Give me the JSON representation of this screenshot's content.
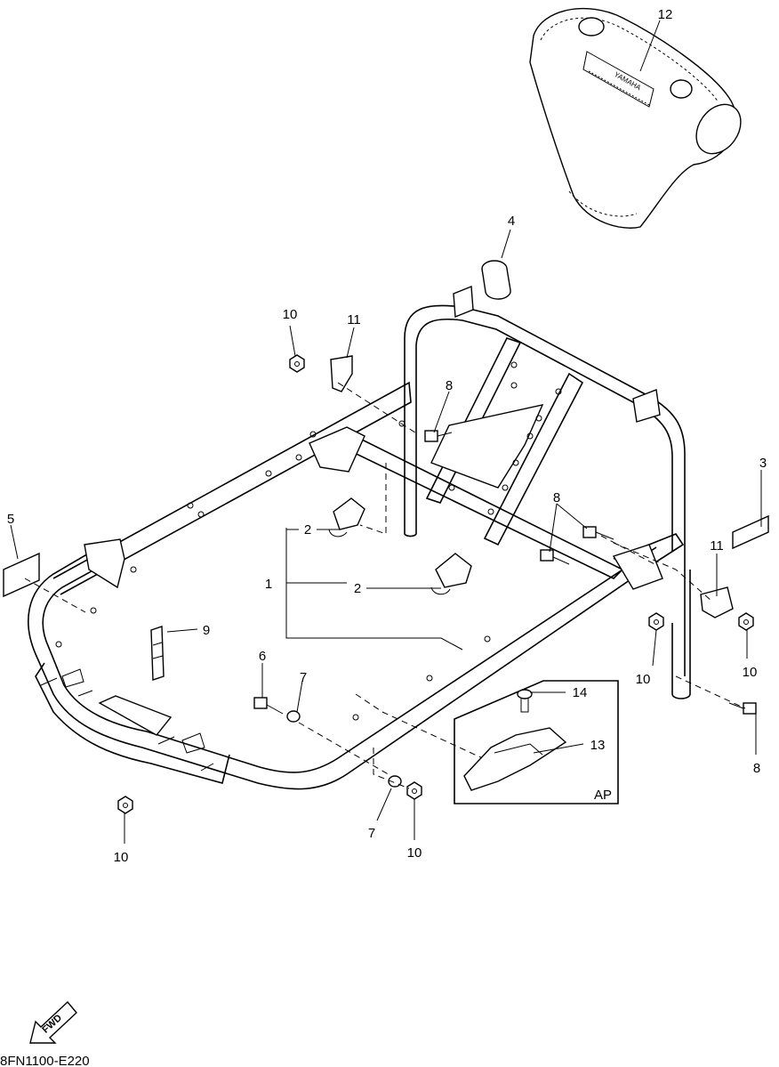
{
  "callouts": {
    "c1": "1",
    "c2a": "2",
    "c2b": "2",
    "c3": "3",
    "c4": "4",
    "c5": "5",
    "c6": "6",
    "c7a": "7",
    "c7b": "7",
    "c8a": "8",
    "c8b": "8",
    "c8c": "8",
    "c9": "9",
    "c10a": "10",
    "c10b": "10",
    "c10c": "10",
    "c10d": "10",
    "c10e": "10",
    "c11a": "11",
    "c11b": "11",
    "c12": "12",
    "c13": "13",
    "c14": "14"
  },
  "inset_label": "AP",
  "fwd_label": "FWD",
  "diagram_code": "8FN1100-E220",
  "brand_text": "YAMAHA"
}
